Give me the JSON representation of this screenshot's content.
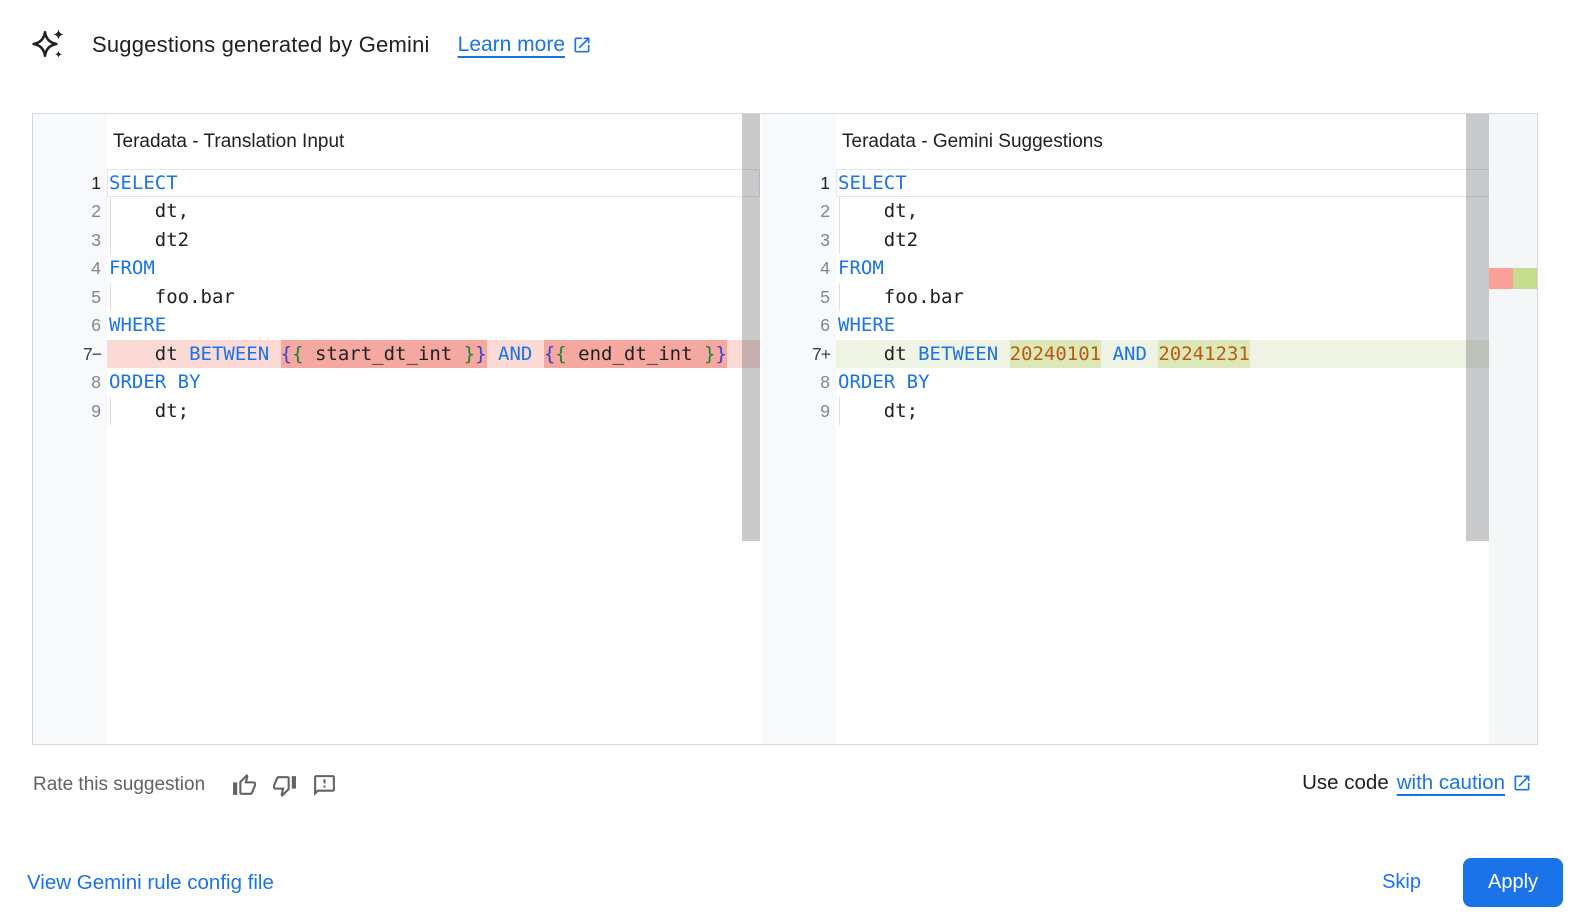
{
  "header": {
    "title": "Suggestions generated by Gemini",
    "learn_more": "Learn more"
  },
  "icons": {
    "header_icon": "gemini-sparkle-icon",
    "external_link": "open-in-new-icon",
    "rate_icons": [
      "thumb-up-icon",
      "thumb-down-icon",
      "feedback-icon"
    ]
  },
  "colors": {
    "accent": "#1a73e8",
    "keyword": "#1a73e8",
    "brace_outer": "#3741cb",
    "brace_inner": "#188038",
    "literal": "#b85c0a",
    "removed_row": "#fbdad6",
    "removed_token": "#f5a8a0",
    "added_row": "#eff3e3",
    "added_token": "#dce8b9",
    "marker_red": "#f9a197",
    "marker_green": "#c6dc8f"
  },
  "diff": {
    "panels": [
      {
        "id": "translation-input",
        "title": "Teradata - Translation Input",
        "lines": [
          {
            "num": "1",
            "current": true,
            "tokens": [
              [
                "SELECT",
                "kw"
              ]
            ]
          },
          {
            "num": "2",
            "indent": true,
            "tokens": [
              [
                "    dt,",
                "plain"
              ]
            ]
          },
          {
            "num": "3",
            "indent": true,
            "tokens": [
              [
                "    dt2",
                "plain"
              ]
            ]
          },
          {
            "num": "4",
            "tokens": [
              [
                "FROM",
                "kw"
              ]
            ]
          },
          {
            "num": "5",
            "indent": true,
            "tokens": [
              [
                "    foo.bar",
                "plain"
              ]
            ]
          },
          {
            "num": "6",
            "tokens": [
              [
                "WHERE",
                "kw"
              ]
            ]
          },
          {
            "num": "7−",
            "diff": "removed",
            "tokens": [
              [
                "    dt ",
                "plain"
              ],
              [
                "BETWEEN",
                "kw"
              ],
              [
                " ",
                "plain"
              ],
              [
                "{",
                "bo",
                1
              ],
              [
                "{",
                "bi",
                1
              ],
              [
                " start_dt_int ",
                "plain",
                1
              ],
              [
                "}",
                "bi",
                1
              ],
              [
                "}",
                "bo",
                1
              ],
              [
                " ",
                "plain"
              ],
              [
                "AND",
                "kw"
              ],
              [
                " ",
                "plain"
              ],
              [
                "{",
                "bo",
                1
              ],
              [
                "{",
                "bi",
                1
              ],
              [
                " end_dt_int ",
                "plain",
                1
              ],
              [
                "}",
                "bi",
                1
              ],
              [
                "}",
                "bo",
                1
              ]
            ]
          },
          {
            "num": "8",
            "tokens": [
              [
                "ORDER BY",
                "kw"
              ]
            ]
          },
          {
            "num": "9",
            "indent": true,
            "tokens": [
              [
                "    dt;",
                "plain"
              ]
            ]
          }
        ]
      },
      {
        "id": "gemini-suggestions",
        "title": "Teradata - Gemini Suggestions",
        "lines": [
          {
            "num": "1",
            "current": true,
            "tokens": [
              [
                "SELECT",
                "kw"
              ]
            ]
          },
          {
            "num": "2",
            "indent": true,
            "tokens": [
              [
                "    dt,",
                "plain"
              ]
            ]
          },
          {
            "num": "3",
            "indent": true,
            "tokens": [
              [
                "    dt2",
                "plain"
              ]
            ]
          },
          {
            "num": "4",
            "tokens": [
              [
                "FROM",
                "kw"
              ]
            ]
          },
          {
            "num": "5",
            "indent": true,
            "tokens": [
              [
                "    foo.bar",
                "plain"
              ]
            ]
          },
          {
            "num": "6",
            "tokens": [
              [
                "WHERE",
                "kw"
              ]
            ]
          },
          {
            "num": "7+",
            "diff": "added",
            "tokens": [
              [
                "    dt ",
                "plain"
              ],
              [
                "BETWEEN",
                "kw"
              ],
              [
                " ",
                "plain"
              ],
              [
                "20240101",
                "num",
                1
              ],
              [
                " ",
                "plain"
              ],
              [
                "AND",
                "kw"
              ],
              [
                " ",
                "plain"
              ],
              [
                "20241231",
                "num",
                1
              ]
            ]
          },
          {
            "num": "8",
            "tokens": [
              [
                "ORDER BY",
                "kw"
              ]
            ]
          },
          {
            "num": "9",
            "indent": true,
            "tokens": [
              [
                "    dt;",
                "plain"
              ]
            ]
          }
        ]
      }
    ]
  },
  "rate": {
    "label": "Rate this suggestion"
  },
  "caution": {
    "prefix": "Use code",
    "link": "with caution"
  },
  "footer": {
    "view_config": "View Gemini rule config file",
    "skip": "Skip",
    "apply": "Apply"
  }
}
